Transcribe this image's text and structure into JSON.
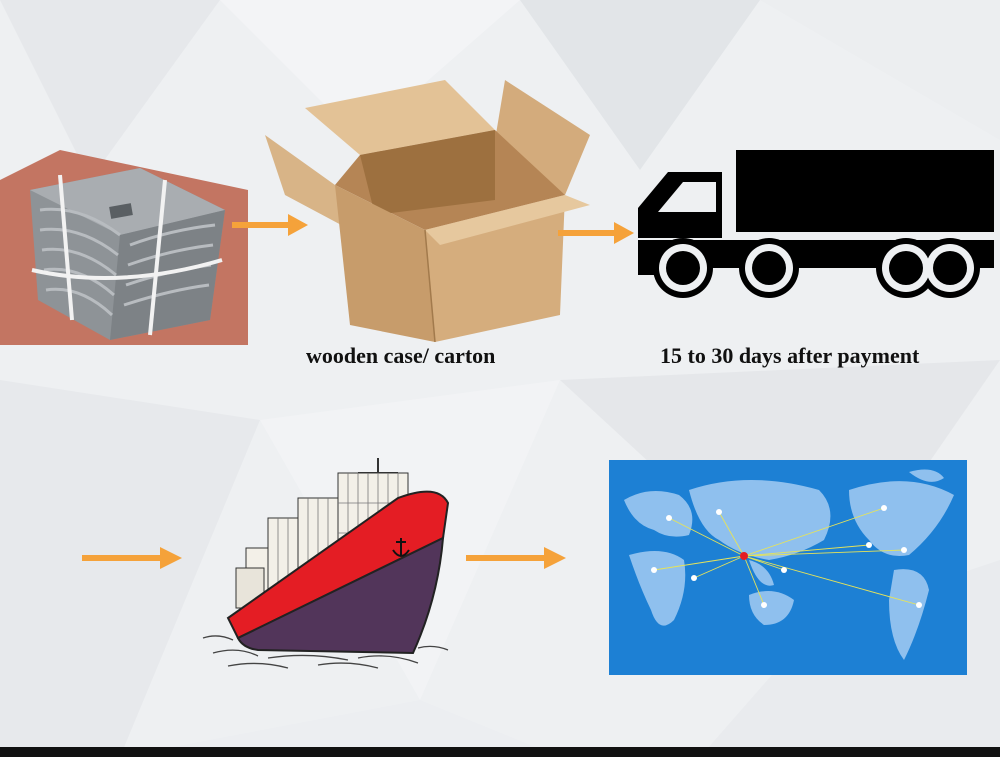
{
  "captions": {
    "packing": "wooden case/ carton",
    "delivery": "15 to 30 days after payment"
  },
  "colors": {
    "arrow": "#f5a23a",
    "map_ocean": "#1d80d4",
    "map_land": "#8fc0ee",
    "ship_hull": "#52355a",
    "ship_deck": "#e41d24",
    "truck": "#000000",
    "carton": "#c9a072"
  },
  "icons": [
    "product-package-image",
    "carton-box-image",
    "truck-icon",
    "cargo-ship-image",
    "world-map-image"
  ]
}
